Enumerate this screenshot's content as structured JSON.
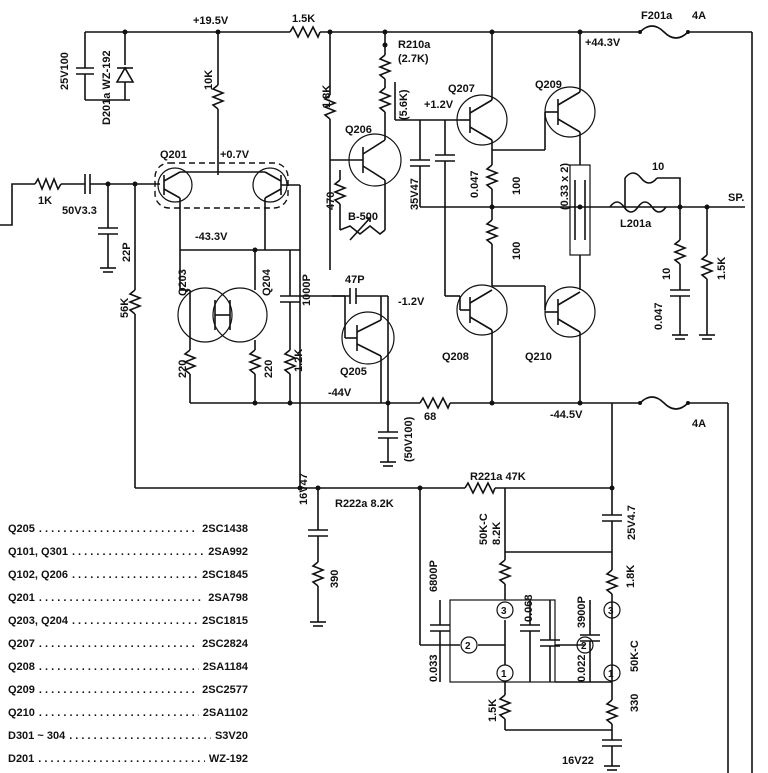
{
  "rails": {
    "positive_left": "+19.5V",
    "positive_right": "+44.3V",
    "negative_left": "-44V",
    "negative_right": "-44.5V",
    "node_q201": "+0.7V",
    "node_q203": "-43.3V",
    "node_q207": "+1.2V",
    "node_q208": "-1.2V"
  },
  "transistors": {
    "q201": "Q201",
    "q203": "Q203",
    "q204": "Q204",
    "q205": "Q205",
    "q206": "Q206",
    "q207": "Q207",
    "q208": "Q208",
    "q209": "Q209",
    "q210": "Q210"
  },
  "resistors": {
    "r_in": "1K",
    "r_top": "1.5K",
    "r_10k": "10K",
    "r_1k8": "1.8K",
    "r210a": "R210a",
    "r210a_val": "(2.7K)",
    "r_5k6": "(5.6K)",
    "r_470": "470",
    "vr_b500": "B-500",
    "r_56k": "56K",
    "r_220a": "220",
    "r_220b": "220",
    "r_1k2": "1.2K",
    "r_100a": "100",
    "r_100b": "100",
    "r_033": "(0.33 x 2)",
    "r_10": "10",
    "r_10b": "10",
    "r_1k5": "1.5K",
    "r_68": "68",
    "r221a": "R221a 47K",
    "r222a": "R222a 8.2K",
    "r_390": "390",
    "vr_50kc_a": "50K-C",
    "r_8k2": "8.2K",
    "r_1k8b": "1.8K",
    "vr_50kc_b": "50K-C",
    "r_330": "330",
    "r_1k5b": "1.5K"
  },
  "capacitors": {
    "c_25v100": "25V100",
    "c_50v33": "50V3.3",
    "c_22p": "22P",
    "c_1000p": "1000P",
    "c_47p": "47P",
    "c_35v47": "35V47",
    "c_0047a": "0.047",
    "c_0047b": "0.047",
    "c_50v100": "(50V100)",
    "c_16v47": "16V47",
    "c_25v47": "25V4.7",
    "c_6800p": "6800P",
    "c_0033": "0.033",
    "c_0068": "0.068",
    "c_3900p": "3900P",
    "c_0022": "0.022",
    "c_16v22": "16V22"
  },
  "misc": {
    "d201a": "D201a WZ-192",
    "f201a": "F201a",
    "fuse_top": "4A",
    "fuse_bottom": "4A",
    "l201a": "L201a",
    "speaker": "SP.",
    "pin3a": "3",
    "pin2a": "2",
    "pin1a": "1",
    "pin3b": "3",
    "pin2b": "2",
    "pin1b": "1"
  },
  "parts_list": [
    {
      "ref": "Q205",
      "part": "2SC1438"
    },
    {
      "ref": "Q101, Q301",
      "part": "2SA992"
    },
    {
      "ref": "Q102, Q206",
      "part": "2SC1845"
    },
    {
      "ref": "Q201",
      "part": "2SA798"
    },
    {
      "ref": "Q203, Q204",
      "part": "2SC1815"
    },
    {
      "ref": "Q207",
      "part": "2SC2824"
    },
    {
      "ref": "Q208",
      "part": "2SA1184"
    },
    {
      "ref": "Q209",
      "part": "2SC2577"
    },
    {
      "ref": "Q210",
      "part": "2SA1102"
    },
    {
      "ref": "D301 ~ 304",
      "part": "S3V20"
    },
    {
      "ref": "D201",
      "part": "WZ-192"
    }
  ]
}
